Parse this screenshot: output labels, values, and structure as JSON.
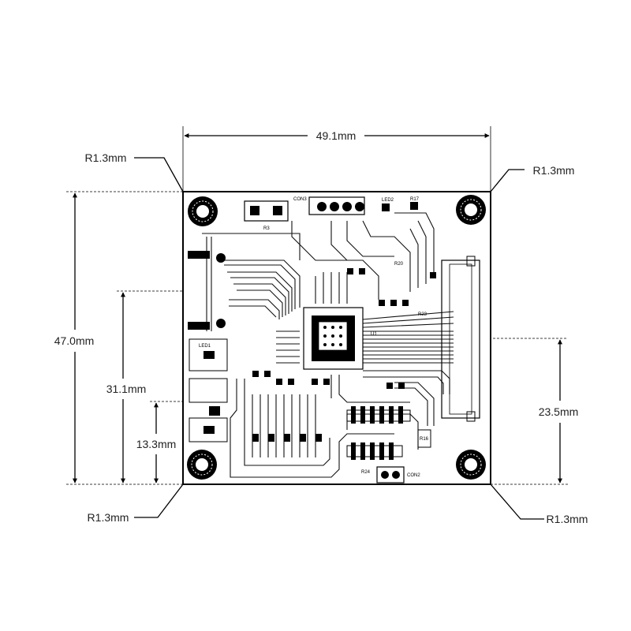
{
  "dimensions": {
    "width": "49.1mm",
    "height": "47.0mm",
    "offset_upper": "31.1mm",
    "offset_lower": "13.3mm",
    "offset_right": "23.5mm",
    "radius_top_left": "R1.3mm",
    "radius_top_right": "R1.3mm",
    "radius_bottom_left": "R1.3mm",
    "radius_bottom_right": "R1.3mm"
  },
  "components": {
    "r3": "R3",
    "con3": "CON3",
    "led2": "LED2",
    "r17": "R17",
    "con2": "CON2",
    "r20": "R20",
    "r23": "R23",
    "r16": "R16",
    "r24": "R24",
    "led1": "LED1",
    "u1": "U1"
  }
}
